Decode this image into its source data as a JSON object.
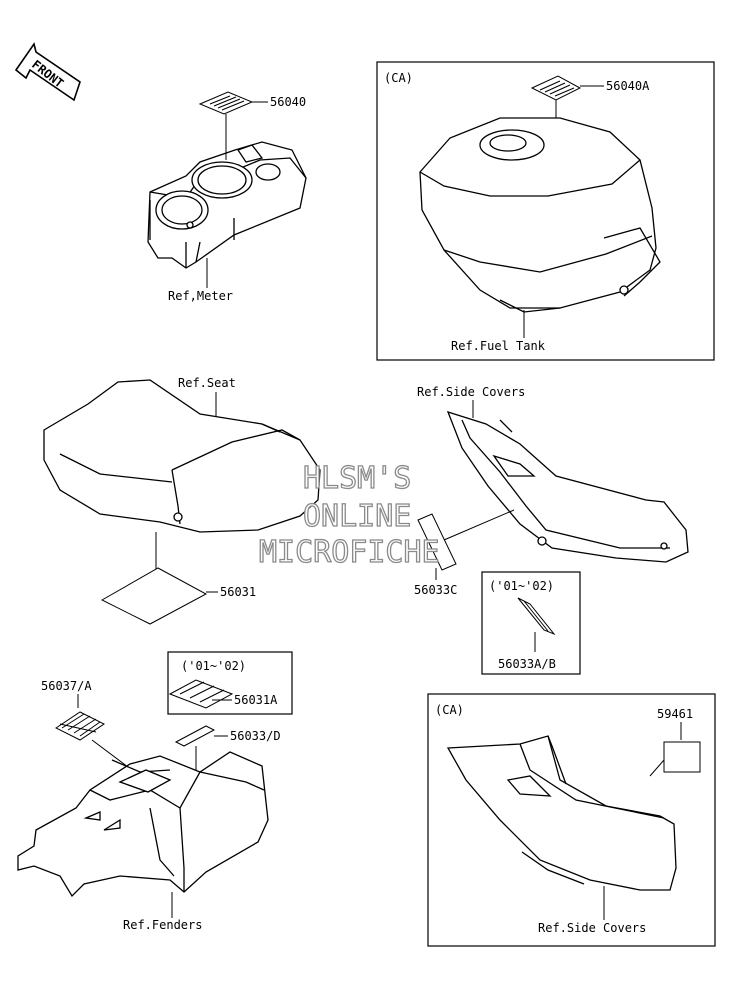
{
  "front_label": "FRONT",
  "parts": {
    "p56040": "56040",
    "p56040A": "56040A",
    "p56031": "56031",
    "p56033C": "56033C",
    "p56033AB": "56033A/B",
    "p56037A": "56037/A",
    "p56031A": "56031A",
    "p56033D": "56033/D",
    "p59461": "59461"
  },
  "refs": {
    "meter": "Ref,Meter",
    "fuel_tank": "Ref.Fuel Tank",
    "seat": "Ref.Seat",
    "side_covers_1": "Ref.Side Covers",
    "side_covers_2": "Ref.Side Covers",
    "fenders": "Ref.Fenders"
  },
  "boxes": {
    "ca_fuel_tank": "(CA)",
    "ca_side_covers": "(CA)",
    "year_side": "('01~'02)",
    "year_fender": "('01~'02)"
  },
  "watermark": [
    "HLSM'S",
    "ONLINE",
    "MICROFICHE"
  ]
}
